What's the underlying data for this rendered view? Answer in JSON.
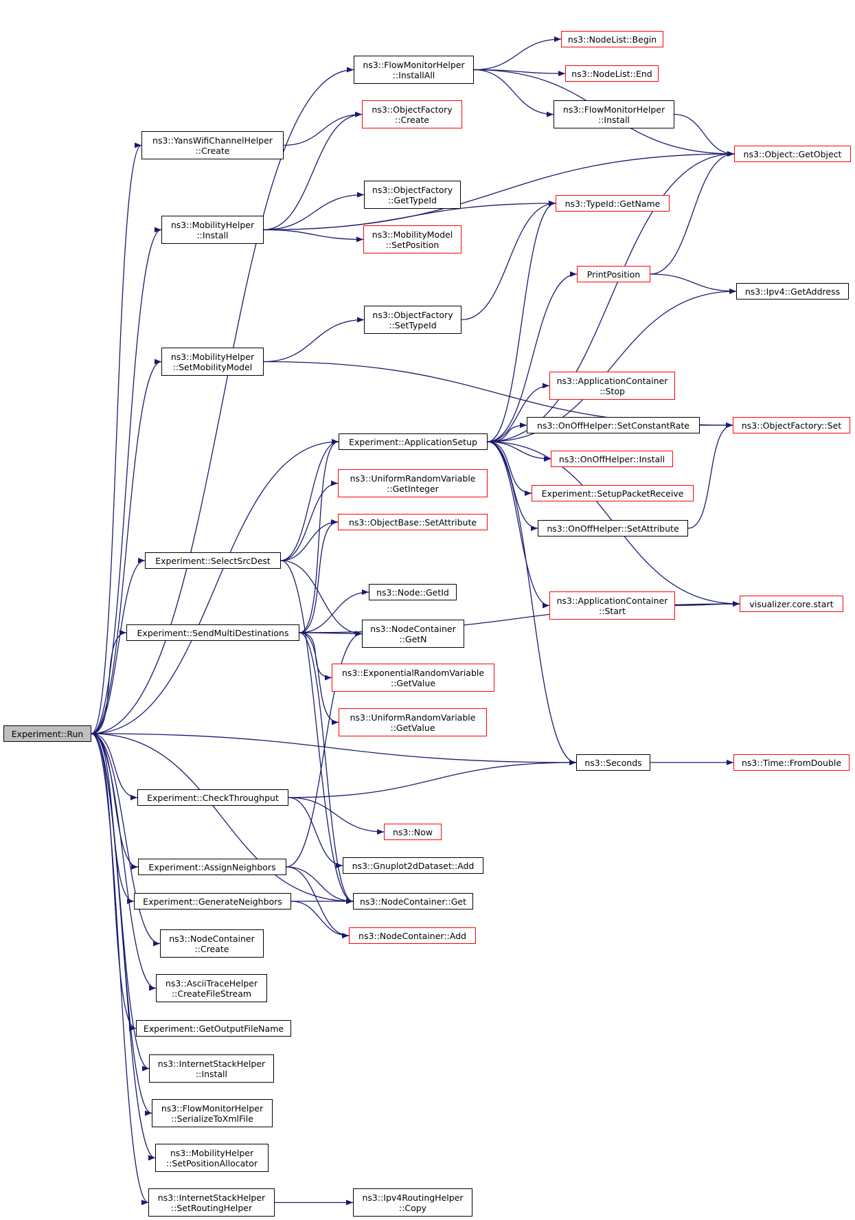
{
  "graph": {
    "edge_color": "#191970",
    "nodes": {
      "run": {
        "label": "Experiment::Run",
        "style": "root"
      },
      "fmh_installall": {
        "label": "ns3::FlowMonitorHelper\n::InstallAll",
        "style": "black"
      },
      "nodelist_begin": {
        "label": "ns3::NodeList::Begin",
        "style": "red"
      },
      "nodelist_end": {
        "label": "ns3::NodeList::End",
        "style": "red"
      },
      "fmh_install": {
        "label": "ns3::FlowMonitorHelper\n::Install",
        "style": "black"
      },
      "object_getobject": {
        "label": "ns3::Object::GetObject",
        "style": "red"
      },
      "of_create": {
        "label": "ns3::ObjectFactory\n::Create",
        "style": "red"
      },
      "yans_create": {
        "label": "ns3::YansWifiChannelHelper\n::Create",
        "style": "black"
      },
      "of_gettypeid": {
        "label": "ns3::ObjectFactory\n::GetTypeId",
        "style": "black"
      },
      "typeid_getname": {
        "label": "ns3::TypeId::GetName",
        "style": "red"
      },
      "mh_install": {
        "label": "ns3::MobilityHelper\n::Install",
        "style": "black"
      },
      "mm_setposition": {
        "label": "ns3::MobilityModel\n::SetPosition",
        "style": "red"
      },
      "printposition": {
        "label": "PrintPosition",
        "style": "red"
      },
      "ipv4_getaddress": {
        "label": "ns3::Ipv4::GetAddress",
        "style": "black"
      },
      "of_settypeid": {
        "label": "ns3::ObjectFactory\n::SetTypeId",
        "style": "black"
      },
      "mh_setmobilitymodel": {
        "label": "ns3::MobilityHelper\n::SetMobilityModel",
        "style": "black"
      },
      "appcont_stop": {
        "label": "ns3::ApplicationContainer\n::Stop",
        "style": "red"
      },
      "app_setup": {
        "label": "Experiment::ApplicationSetup",
        "style": "black"
      },
      "onoff_setconstantrate": {
        "label": "ns3::OnOffHelper::SetConstantRate",
        "style": "black"
      },
      "of_set": {
        "label": "ns3::ObjectFactory::Set",
        "style": "red"
      },
      "onoff_install": {
        "label": "ns3::OnOffHelper::Install",
        "style": "red"
      },
      "urv_getinteger": {
        "label": "ns3::UniformRandomVariable\n::GetInteger",
        "style": "red"
      },
      "setup_packet_receive": {
        "label": "Experiment::SetupPacketReceive",
        "style": "red"
      },
      "ob_setattribute": {
        "label": "ns3::ObjectBase::SetAttribute",
        "style": "red"
      },
      "onoff_setattribute": {
        "label": "ns3::OnOffHelper::SetAttribute",
        "style": "black"
      },
      "select_src_dest": {
        "label": "Experiment::SelectSrcDest",
        "style": "black"
      },
      "node_getid": {
        "label": "ns3::Node::GetId",
        "style": "black"
      },
      "appcont_start": {
        "label": "ns3::ApplicationContainer\n::Start",
        "style": "red"
      },
      "vis_start": {
        "label": "visualizer.core.start",
        "style": "red"
      },
      "send_multi": {
        "label": "Experiment::SendMultiDestinations",
        "style": "black"
      },
      "nc_getn": {
        "label": "ns3::NodeContainer\n::GetN",
        "style": "black"
      },
      "erv_getvalue": {
        "label": "ns3::ExponentialRandomVariable\n::GetValue",
        "style": "red"
      },
      "urv_getvalue": {
        "label": "ns3::UniformRandomVariable\n::GetValue",
        "style": "red"
      },
      "seconds": {
        "label": "ns3::Seconds",
        "style": "black"
      },
      "time_fromdouble": {
        "label": "ns3::Time::FromDouble",
        "style": "red"
      },
      "check_throughput": {
        "label": "Experiment::CheckThroughput",
        "style": "black"
      },
      "now": {
        "label": "ns3::Now",
        "style": "red"
      },
      "assign_neighbors": {
        "label": "Experiment::AssignNeighbors",
        "style": "black"
      },
      "gnuplot_add": {
        "label": "ns3::Gnuplot2dDataset::Add",
        "style": "black"
      },
      "generate_neighbors": {
        "label": "Experiment::GenerateNeighbors",
        "style": "black"
      },
      "nc_get": {
        "label": "ns3::NodeContainer::Get",
        "style": "black"
      },
      "nc_add": {
        "label": "ns3::NodeContainer::Add",
        "style": "red"
      },
      "nc_create": {
        "label": "ns3::NodeContainer\n::Create",
        "style": "black"
      },
      "ascii_createfilestream": {
        "label": "ns3::AsciiTraceHelper\n::CreateFileStream",
        "style": "black"
      },
      "get_output_filename": {
        "label": "Experiment::GetOutputFileName",
        "style": "black"
      },
      "ish_install": {
        "label": "ns3::InternetStackHelper\n::Install",
        "style": "black"
      },
      "fmh_serialize": {
        "label": "ns3::FlowMonitorHelper\n::SerializeToXmlFile",
        "style": "black"
      },
      "mh_setpositionallocator": {
        "label": "ns3::MobilityHelper\n::SetPositionAllocator",
        "style": "black"
      },
      "ish_setroutinghelper": {
        "label": "ns3::InternetStackHelper\n::SetRoutingHelper",
        "style": "black"
      },
      "ipv4rh_copy": {
        "label": "ns3::Ipv4RoutingHelper\n::Copy",
        "style": "black"
      }
    },
    "edges": [
      [
        "run",
        "fmh_installall"
      ],
      [
        "run",
        "yans_create"
      ],
      [
        "run",
        "mh_install"
      ],
      [
        "run",
        "mh_setmobilitymodel"
      ],
      [
        "run",
        "app_setup"
      ],
      [
        "run",
        "select_src_dest"
      ],
      [
        "run",
        "send_multi"
      ],
      [
        "run",
        "seconds"
      ],
      [
        "run",
        "check_throughput"
      ],
      [
        "run",
        "nc_get"
      ],
      [
        "run",
        "assign_neighbors"
      ],
      [
        "run",
        "generate_neighbors"
      ],
      [
        "run",
        "nc_create"
      ],
      [
        "run",
        "ascii_createfilestream"
      ],
      [
        "run",
        "get_output_filename"
      ],
      [
        "run",
        "ish_install"
      ],
      [
        "run",
        "fmh_serialize"
      ],
      [
        "run",
        "mh_setpositionallocator"
      ],
      [
        "run",
        "ish_setroutinghelper"
      ],
      [
        "fmh_installall",
        "nodelist_begin"
      ],
      [
        "fmh_installall",
        "nodelist_end"
      ],
      [
        "fmh_installall",
        "fmh_install"
      ],
      [
        "fmh_installall",
        "object_getobject"
      ],
      [
        "fmh_install",
        "object_getobject"
      ],
      [
        "yans_create",
        "of_create"
      ],
      [
        "mh_install",
        "of_create"
      ],
      [
        "mh_install",
        "object_getobject"
      ],
      [
        "mh_install",
        "of_gettypeid"
      ],
      [
        "mh_install",
        "mm_setposition"
      ],
      [
        "mh_install",
        "typeid_getname"
      ],
      [
        "mh_setmobilitymodel",
        "of_settypeid"
      ],
      [
        "mh_setmobilitymodel",
        "of_set"
      ],
      [
        "of_settypeid",
        "typeid_getname"
      ],
      [
        "printposition",
        "object_getobject"
      ],
      [
        "printposition",
        "ipv4_getaddress"
      ],
      [
        "app_setup",
        "typeid_getname"
      ],
      [
        "app_setup",
        "object_getobject"
      ],
      [
        "app_setup",
        "printposition"
      ],
      [
        "app_setup",
        "ipv4_getaddress"
      ],
      [
        "app_setup",
        "appcont_stop"
      ],
      [
        "app_setup",
        "onoff_setconstantrate"
      ],
      [
        "app_setup",
        "onoff_install"
      ],
      [
        "app_setup",
        "setup_packet_receive"
      ],
      [
        "app_setup",
        "onoff_setattribute"
      ],
      [
        "app_setup",
        "vis_start"
      ],
      [
        "app_setup",
        "appcont_start"
      ],
      [
        "app_setup",
        "seconds"
      ],
      [
        "onoff_setconstantrate",
        "of_set"
      ],
      [
        "onoff_setattribute",
        "of_set"
      ],
      [
        "appcont_start",
        "vis_start"
      ],
      [
        "select_src_dest",
        "app_setup"
      ],
      [
        "select_src_dest",
        "urv_getinteger"
      ],
      [
        "select_src_dest",
        "ob_setattribute"
      ],
      [
        "select_src_dest",
        "nc_getn"
      ],
      [
        "select_src_dest",
        "nc_get"
      ],
      [
        "send_multi",
        "app_setup"
      ],
      [
        "send_multi",
        "ob_setattribute"
      ],
      [
        "send_multi",
        "vis_start"
      ],
      [
        "send_multi",
        "node_getid"
      ],
      [
        "send_multi",
        "nc_getn"
      ],
      [
        "send_multi",
        "erv_getvalue"
      ],
      [
        "send_multi",
        "urv_getvalue"
      ],
      [
        "send_multi",
        "nc_get"
      ],
      [
        "seconds",
        "time_fromdouble"
      ],
      [
        "check_throughput",
        "seconds"
      ],
      [
        "check_throughput",
        "now"
      ],
      [
        "check_throughput",
        "gnuplot_add"
      ],
      [
        "assign_neighbors",
        "nc_getn"
      ],
      [
        "assign_neighbors",
        "nc_get"
      ],
      [
        "assign_neighbors",
        "nc_add"
      ],
      [
        "generate_neighbors",
        "nc_get"
      ],
      [
        "generate_neighbors",
        "nc_add"
      ],
      [
        "ish_setroutinghelper",
        "ipv4rh_copy"
      ]
    ]
  }
}
